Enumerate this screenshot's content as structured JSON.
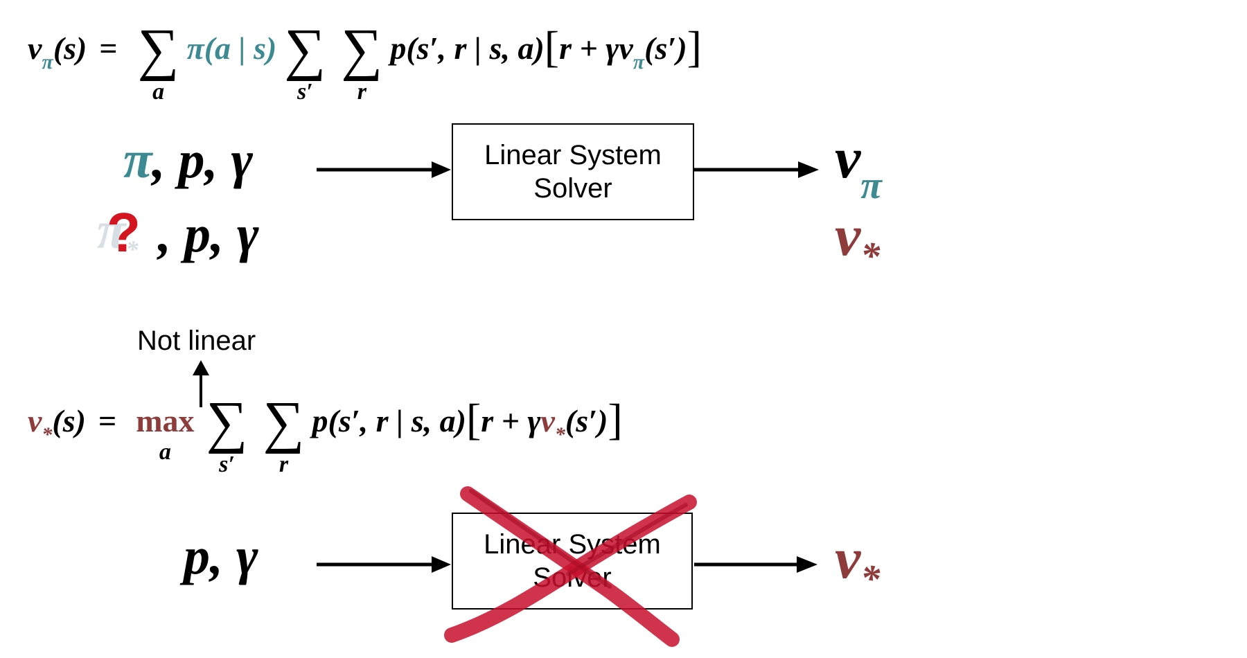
{
  "equations": {
    "bellman_policy": {
      "lhs": "v",
      "lhs_sub": "π",
      "lhs_arg": "(s)",
      "equals": "=",
      "sum1_sub": "a",
      "policy_term": "π(a | s)",
      "sum2_sub": "s′",
      "sum3_sub": "r",
      "prob_term": "p(s′, r | s, a)",
      "bracket_open": "[",
      "reward_term": "r + γv",
      "inner_sub": "π",
      "inner_arg": "(s′)",
      "bracket_close": "]"
    },
    "bellman_optimal": {
      "lhs": "v",
      "lhs_sub": "*",
      "lhs_arg": "(s)",
      "equals": "=",
      "max_label": "max",
      "max_sub": "a",
      "sum2_sub": "s′",
      "sum3_sub": "r",
      "prob_term": "p(s′, r | s, a)",
      "bracket_open": "[",
      "reward_term_a": "r + γ",
      "reward_term_v": "v",
      "inner_sub": "*",
      "inner_arg": "(s′)",
      "bracket_close": "]"
    }
  },
  "row1": {
    "input_pi": "π",
    "input_rest": ", p, γ",
    "box_line1": "Linear System",
    "box_line2": "Solver",
    "output_v": "v",
    "output_sub": "π"
  },
  "row2": {
    "question": "?",
    "faded_pi": "π",
    "faded_sub": "*",
    "input_rest": ", p, γ",
    "output_v": "v",
    "output_sub": "*"
  },
  "annotation": {
    "not_linear": "Not linear"
  },
  "row3": {
    "inputs": "p, γ",
    "box_line1": "Linear System",
    "box_line2": "Solver",
    "output_v": "v",
    "output_sub": "*"
  },
  "colors": {
    "teal": "#3d8a92",
    "maroon": "#8e3b3b",
    "cross_red": "#c8102e",
    "question_red": "#d4141e"
  }
}
